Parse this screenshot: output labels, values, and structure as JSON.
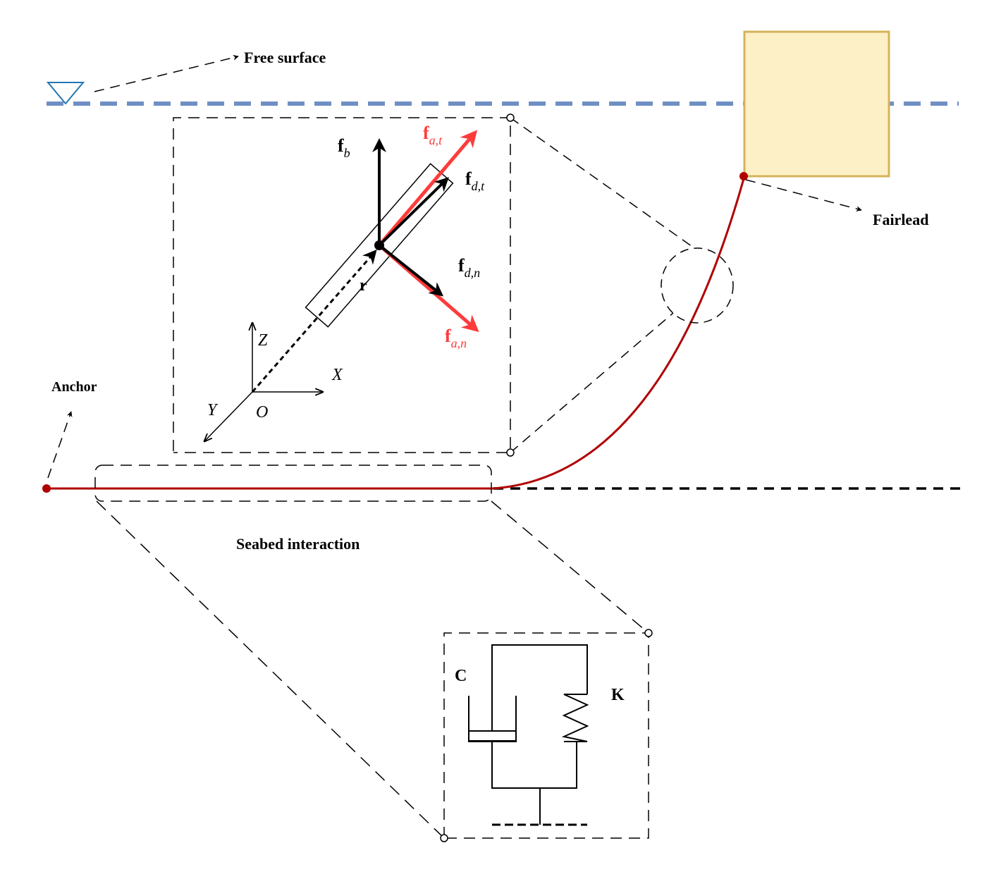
{
  "labels": {
    "free_surface": "Free surface",
    "fairlead": "Fairlead",
    "anchor": "Anchor",
    "seabed_interaction": "Seabed interaction",
    "damper": "C",
    "spring": "K"
  },
  "vectors": {
    "fb_main": "f",
    "fb_sub": "b",
    "fat_main": "f",
    "fat_sub": "a,t",
    "fdt_main": "f",
    "fdt_sub": "d,t",
    "fdn_main": "f",
    "fdn_sub": "d,n",
    "fan_main": "f",
    "fan_sub": "a,n",
    "r": "r"
  },
  "axes": {
    "x": "X",
    "y": "Y",
    "z": "Z",
    "origin": "O"
  },
  "colors": {
    "water_line": "#6f8fc4",
    "vessel_fill": "#fdf0c6",
    "vessel_stroke": "#d4b45a",
    "mooring_line": "#b00000",
    "added_mass_force": "#ff3b3b",
    "ink": "#000000"
  },
  "icons": {
    "surface_marker": "inverted-triangle-icon"
  }
}
